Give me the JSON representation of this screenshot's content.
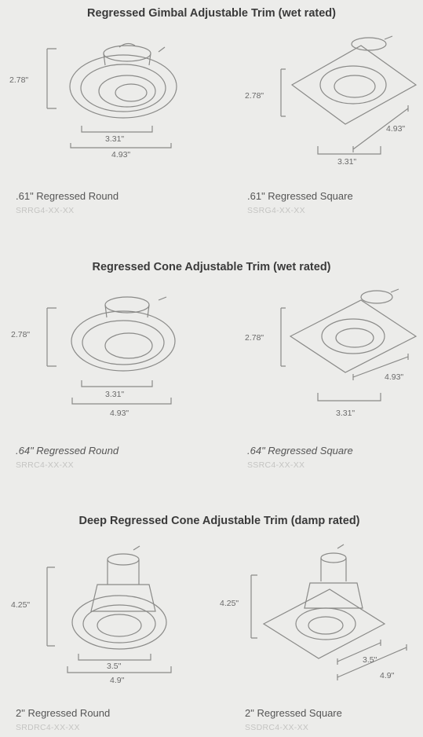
{
  "sections": [
    {
      "title": "Regressed Gimbal Adjustable Trim (wet rated)",
      "items": [
        {
          "height": "2.78\"",
          "dim_inner": "3.31\"",
          "dim_outer": "4.93\"",
          "caption": ".61\" Regressed Round",
          "code": "SRRG4-XX-XX"
        },
        {
          "height": "2.78\"",
          "dim_inner": "3.31\"",
          "dim_outer": "4.93\"",
          "caption": ".61\" Regressed Square",
          "code": "SSRG4-XX-XX"
        }
      ]
    },
    {
      "title": "Regressed Cone Adjustable Trim (wet rated)",
      "items": [
        {
          "height": "2.78\"",
          "dim_inner": "3.31\"",
          "dim_outer": "4.93\"",
          "caption": ".64\" Regressed Round",
          "code": "SRRC4-XX-XX"
        },
        {
          "height": "2.78\"",
          "dim_inner": "3.31\"",
          "dim_outer": "4.93\"",
          "caption": ".64\" Regressed Square",
          "code": "SSRC4-XX-XX"
        }
      ]
    },
    {
      "title": "Deep Regressed Cone Adjustable Trim (damp rated)",
      "items": [
        {
          "height": "4.25\"",
          "dim_inner": "3.5\"",
          "dim_outer": "4.9\"",
          "caption": "2\" Regressed Round",
          "code": "SRDRC4-XX-XX"
        },
        {
          "height": "4.25\"",
          "dim_inner": "3.5\"",
          "dim_outer": "4.9\"",
          "caption": "2\" Regressed Square",
          "code": "SSDRC4-XX-XX"
        }
      ]
    }
  ]
}
